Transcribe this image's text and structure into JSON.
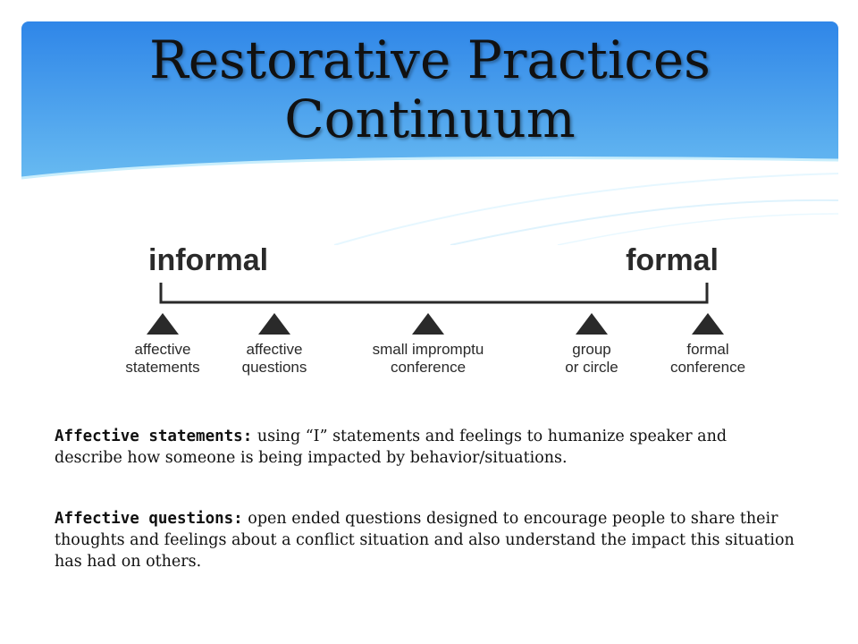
{
  "title": "Restorative Practices Continuum",
  "diagram": {
    "left_label": "informal",
    "right_label": "formal",
    "stages": [
      {
        "lines": [
          "affective",
          "statements"
        ]
      },
      {
        "lines": [
          "affective",
          "questions"
        ]
      },
      {
        "lines": [
          "small impromptu",
          "conference"
        ]
      },
      {
        "lines": [
          "group",
          "or circle"
        ]
      },
      {
        "lines": [
          "formal",
          "conference"
        ]
      }
    ]
  },
  "descriptions": [
    {
      "term": "Affective statements:",
      "text": " using “I” statements and feelings to humanize speaker and describe how someone is being impacted by behavior/situations."
    },
    {
      "term": "Affective questions:",
      "text": "  open ended questions designed to encourage people to share their thoughts and feelings about a conflict situation and also understand the impact this situation has had on others."
    }
  ],
  "colors": {
    "header_top": "#2f86e8",
    "header_bottom": "#7fd0f5",
    "line": "#2a2a2a"
  }
}
